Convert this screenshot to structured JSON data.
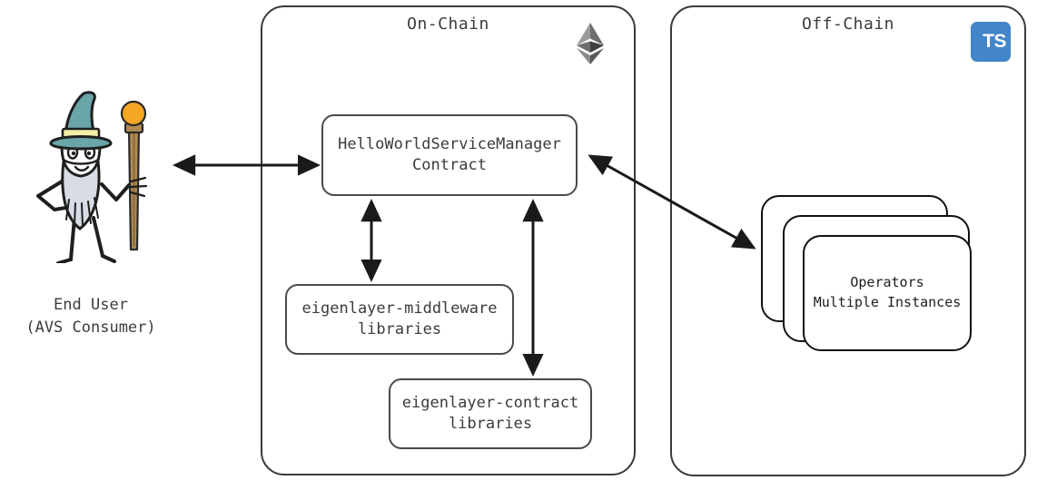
{
  "diagram": {
    "title_on_chain": "On-Chain",
    "title_off_chain": "Off-Chain",
    "colors": {
      "panel_border": "#3a3a3a",
      "node_border": "#4a4a4a",
      "text": "#3c3c3c",
      "arrow": "#1a1a1a",
      "ts_blue": "#4285c8",
      "eth_dark": "#3f3f3f",
      "eth_mid": "#6e6e6e",
      "eth_light": "#9a9a9a",
      "hat_teal": "#6aa5a8",
      "hat_band": "#f2eea8",
      "orb_orange": "#f5a623",
      "staff_brown": "#b08a52",
      "body_gray": "#d8dce4",
      "ink": "#1a1a1a"
    }
  },
  "actor": {
    "name": "wizard-figure",
    "caption": "End User\n(AVS Consumer)"
  },
  "on_chain": {
    "logo": "ethereum-logo",
    "nodes": [
      {
        "id": "service-manager",
        "label": "HelloWorldServiceManager\nContract"
      },
      {
        "id": "middleware-libs",
        "label": "eigenlayer-middleware\nlibraries"
      },
      {
        "id": "contract-libs",
        "label": "eigenlayer-contract\nlibraries"
      }
    ]
  },
  "off_chain": {
    "logo": "typescript-logo",
    "logo_text": "TS",
    "nodes": [
      {
        "id": "operators",
        "label": "Operators\nMultiple Instances",
        "instances": 3
      }
    ]
  },
  "connections": [
    {
      "id": "user-to-contract",
      "from": "end-user",
      "to": "service-manager",
      "direction": "bidirectional",
      "orientation": "horizontal"
    },
    {
      "id": "contract-to-middleware",
      "from": "service-manager",
      "to": "middleware-libs",
      "direction": "bidirectional",
      "orientation": "vertical"
    },
    {
      "id": "contract-to-contract-libs",
      "from": "service-manager",
      "to": "contract-libs",
      "direction": "bidirectional",
      "orientation": "vertical"
    },
    {
      "id": "contract-to-operators",
      "from": "service-manager",
      "to": "operators",
      "direction": "bidirectional",
      "orientation": "diagonal"
    }
  ]
}
